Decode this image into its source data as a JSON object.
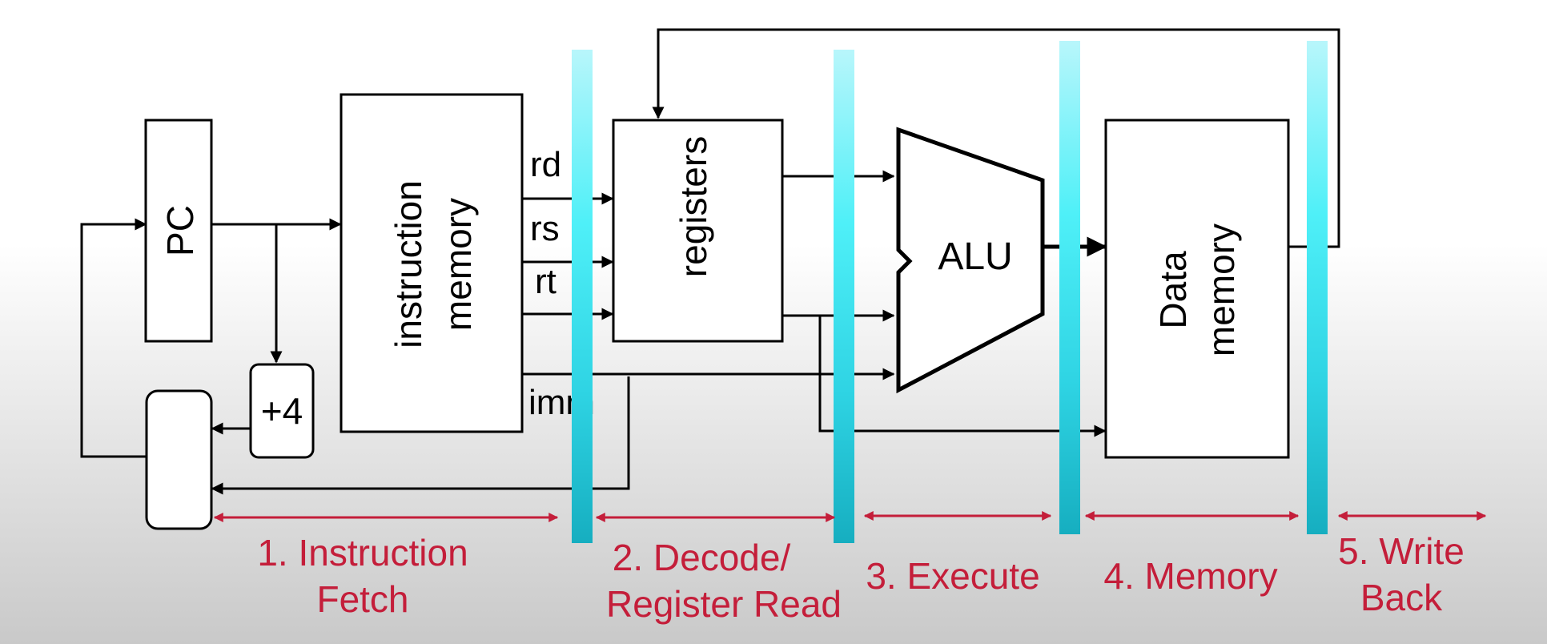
{
  "blocks": {
    "pc": "PC",
    "instruction_memory": [
      "instruction",
      "memory"
    ],
    "registers": "registers",
    "alu": "ALU",
    "data_memory": [
      "Data",
      "memory"
    ],
    "adder": "+4"
  },
  "signals": {
    "rd": "rd",
    "rs": "rs",
    "rt": "rt",
    "imm": "imm"
  },
  "stages": [
    {
      "lines": [
        "1. Instruction",
        "Fetch"
      ]
    },
    {
      "lines": [
        "2. Decode/",
        "Register Read"
      ]
    },
    {
      "lines": [
        "3. Execute"
      ]
    },
    {
      "lines": [
        "4. Memory"
      ]
    },
    {
      "lines": [
        "5. Write",
        "Back"
      ]
    }
  ],
  "colors": {
    "stage_label": "#c41e3a",
    "pipeline_bar": "#22d3e6",
    "wire": "#000000",
    "background_top": "#ffffff",
    "background_bottom": "#c9c9c9"
  }
}
